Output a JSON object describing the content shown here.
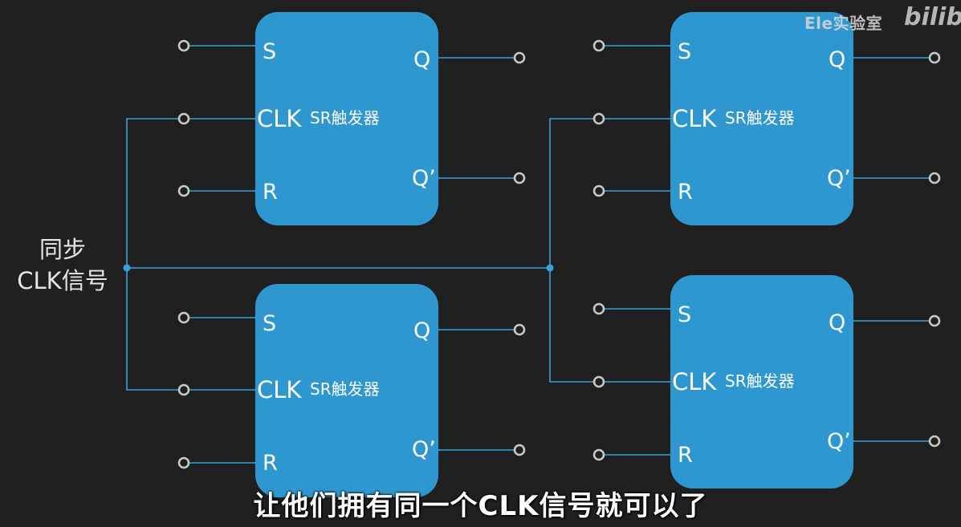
{
  "diagram": {
    "block_title": "SR触发器",
    "pins": {
      "s": "S",
      "r": "R",
      "clk": "CLK",
      "q": "Q",
      "qbar": "Q’"
    },
    "shared_label_line1": "同步",
    "shared_label_line2": "CLK信号"
  },
  "watermark": {
    "text": "Ele实验室",
    "logo": "bilib"
  },
  "subtitle": "让他们拥有同一个CLK信号就可以了",
  "colors": {
    "background": "#202020",
    "block": "#2f97d0",
    "wire": "#3aa0dc",
    "terminal": "#c8c8c8"
  }
}
